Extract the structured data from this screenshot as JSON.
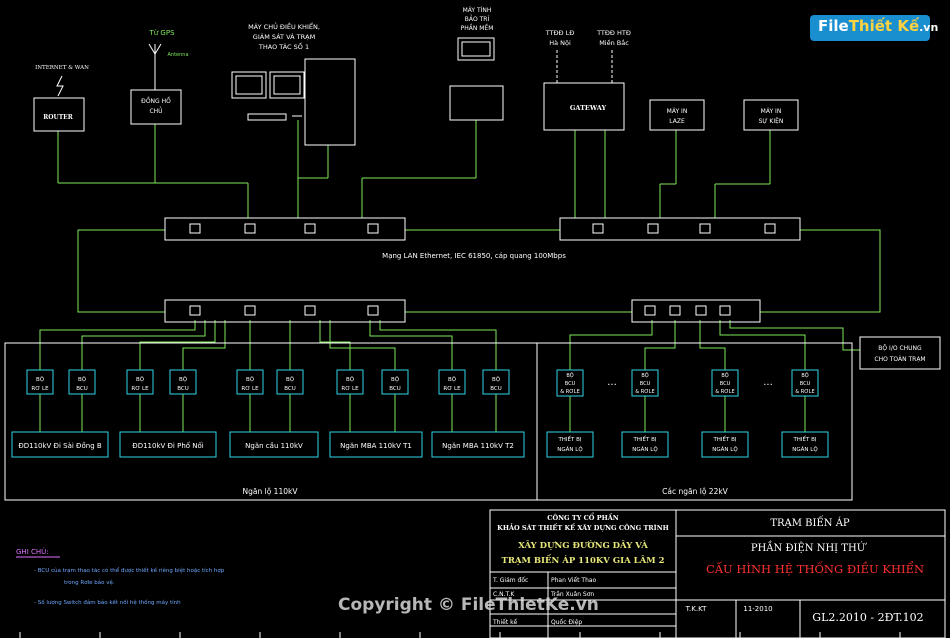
{
  "colors": {
    "bg": "#000000",
    "line": "#7ee85a",
    "cyan": "#2fd3e6",
    "white": "#ffffff",
    "yellow": "#e8e87a",
    "red": "#ff3030",
    "blue": "#6fa8ff",
    "magenta": "#e070ff"
  },
  "top": {
    "internet": "INTERNET & WAN",
    "router": "ROUTER",
    "gps_from": "Từ GPS",
    "gps_antenna": "Antenna",
    "clock_1": "ĐỒNG HỒ",
    "clock_2": "CHỦ",
    "control_pc_1": "MÁY CHỦ ĐIỀU KHIỂN,",
    "control_pc_2": "GIÁM SÁT VÀ TRẠM",
    "control_pc_3": "THAO TÁC SỐ 1",
    "maint_1": "MÁY TÍNH",
    "maint_2": "BẢO TRÌ",
    "maint_3": "PHẦN MỀM",
    "ttdd_ld_1": "TTĐĐ LĐ",
    "ttdd_ld_2": "Hà Nội",
    "ttdd_htd_1": "TTĐĐ HTĐ",
    "ttdd_htd_2": "Miền Bắc",
    "gateway": "GATEWAY",
    "laser_1": "MÁY IN",
    "laser_2": "LAZE",
    "event_1": "MÁY IN",
    "event_2": "SỰ KIỆN"
  },
  "lan_label": "Mạng LAN Ethernet, IEC 61850, cáp quang 100Mbps",
  "dev": {
    "bo": "BỘ",
    "role": "RƠ LE",
    "bcu": "BCU",
    "bcu_role": "& RƠLE",
    "thietbi": "THIẾT BỊ",
    "ngan_lo": "NGĂN LỘ",
    "ellipsis": "..."
  },
  "bays_110": [
    "ĐD110kV Đi Sài Đồng B",
    "ĐD110kV Đi Phố Nối",
    "Ngăn cầu 110kV",
    "Ngăn MBA 110kV T1",
    "Ngăn MBA 110kV T2"
  ],
  "group_110": "Ngăn lộ 110kV",
  "group_22": "Các ngăn lộ 22kV",
  "common_1": "BỘ I/O CHUNG",
  "common_2": "CHO TOÀN TRẠM",
  "notes": {
    "title": "GHI CHÚ:",
    "line1": "- BCU của trạm thao tác có thể được thiết kế riêng biệt hoặc tích hợp",
    "line2": "trong  Rơle bảo vệ.",
    "line3": "- Số lượng Switch đảm bảo kết nối hệ thống máy tính"
  },
  "title_block": {
    "company_1": "CÔNG TY CỔ PHẦN",
    "company_2": "KHẢO SÁT THIẾT KẾ XÂY DỰNG CÔNG TRÌNH",
    "project_1": "XÂY DỰNG ĐƯỜNG DÂY VÀ",
    "project_2": "TRẠM BIẾN ÁP 110KV GIA LÂM 2",
    "r1_role": "T. Giám đốc",
    "r1_name": "Phan Viết Thao",
    "r2_role": "C.N.T.K",
    "r2_name": "Trần Xuân Sơn",
    "r4_role": "Thiết kế",
    "r4_name": "Quốc Điệp",
    "station": "TRẠM BIẾN ÁP",
    "part": "PHẦN ĐIỆN NHỊ THỨ",
    "drawing": "CẤU HÌNH HỆ THỐNG ĐIỀU KHIỂN",
    "stage": "T.K.KT",
    "date": "11-2010",
    "code": "GL2.2010 - 2ĐT.102"
  },
  "watermark": {
    "logo_a": "File",
    "logo_b": "Thiết Kế",
    "logo_c": ".vn",
    "copyright": "Copyright © FileThietKe.vn"
  }
}
